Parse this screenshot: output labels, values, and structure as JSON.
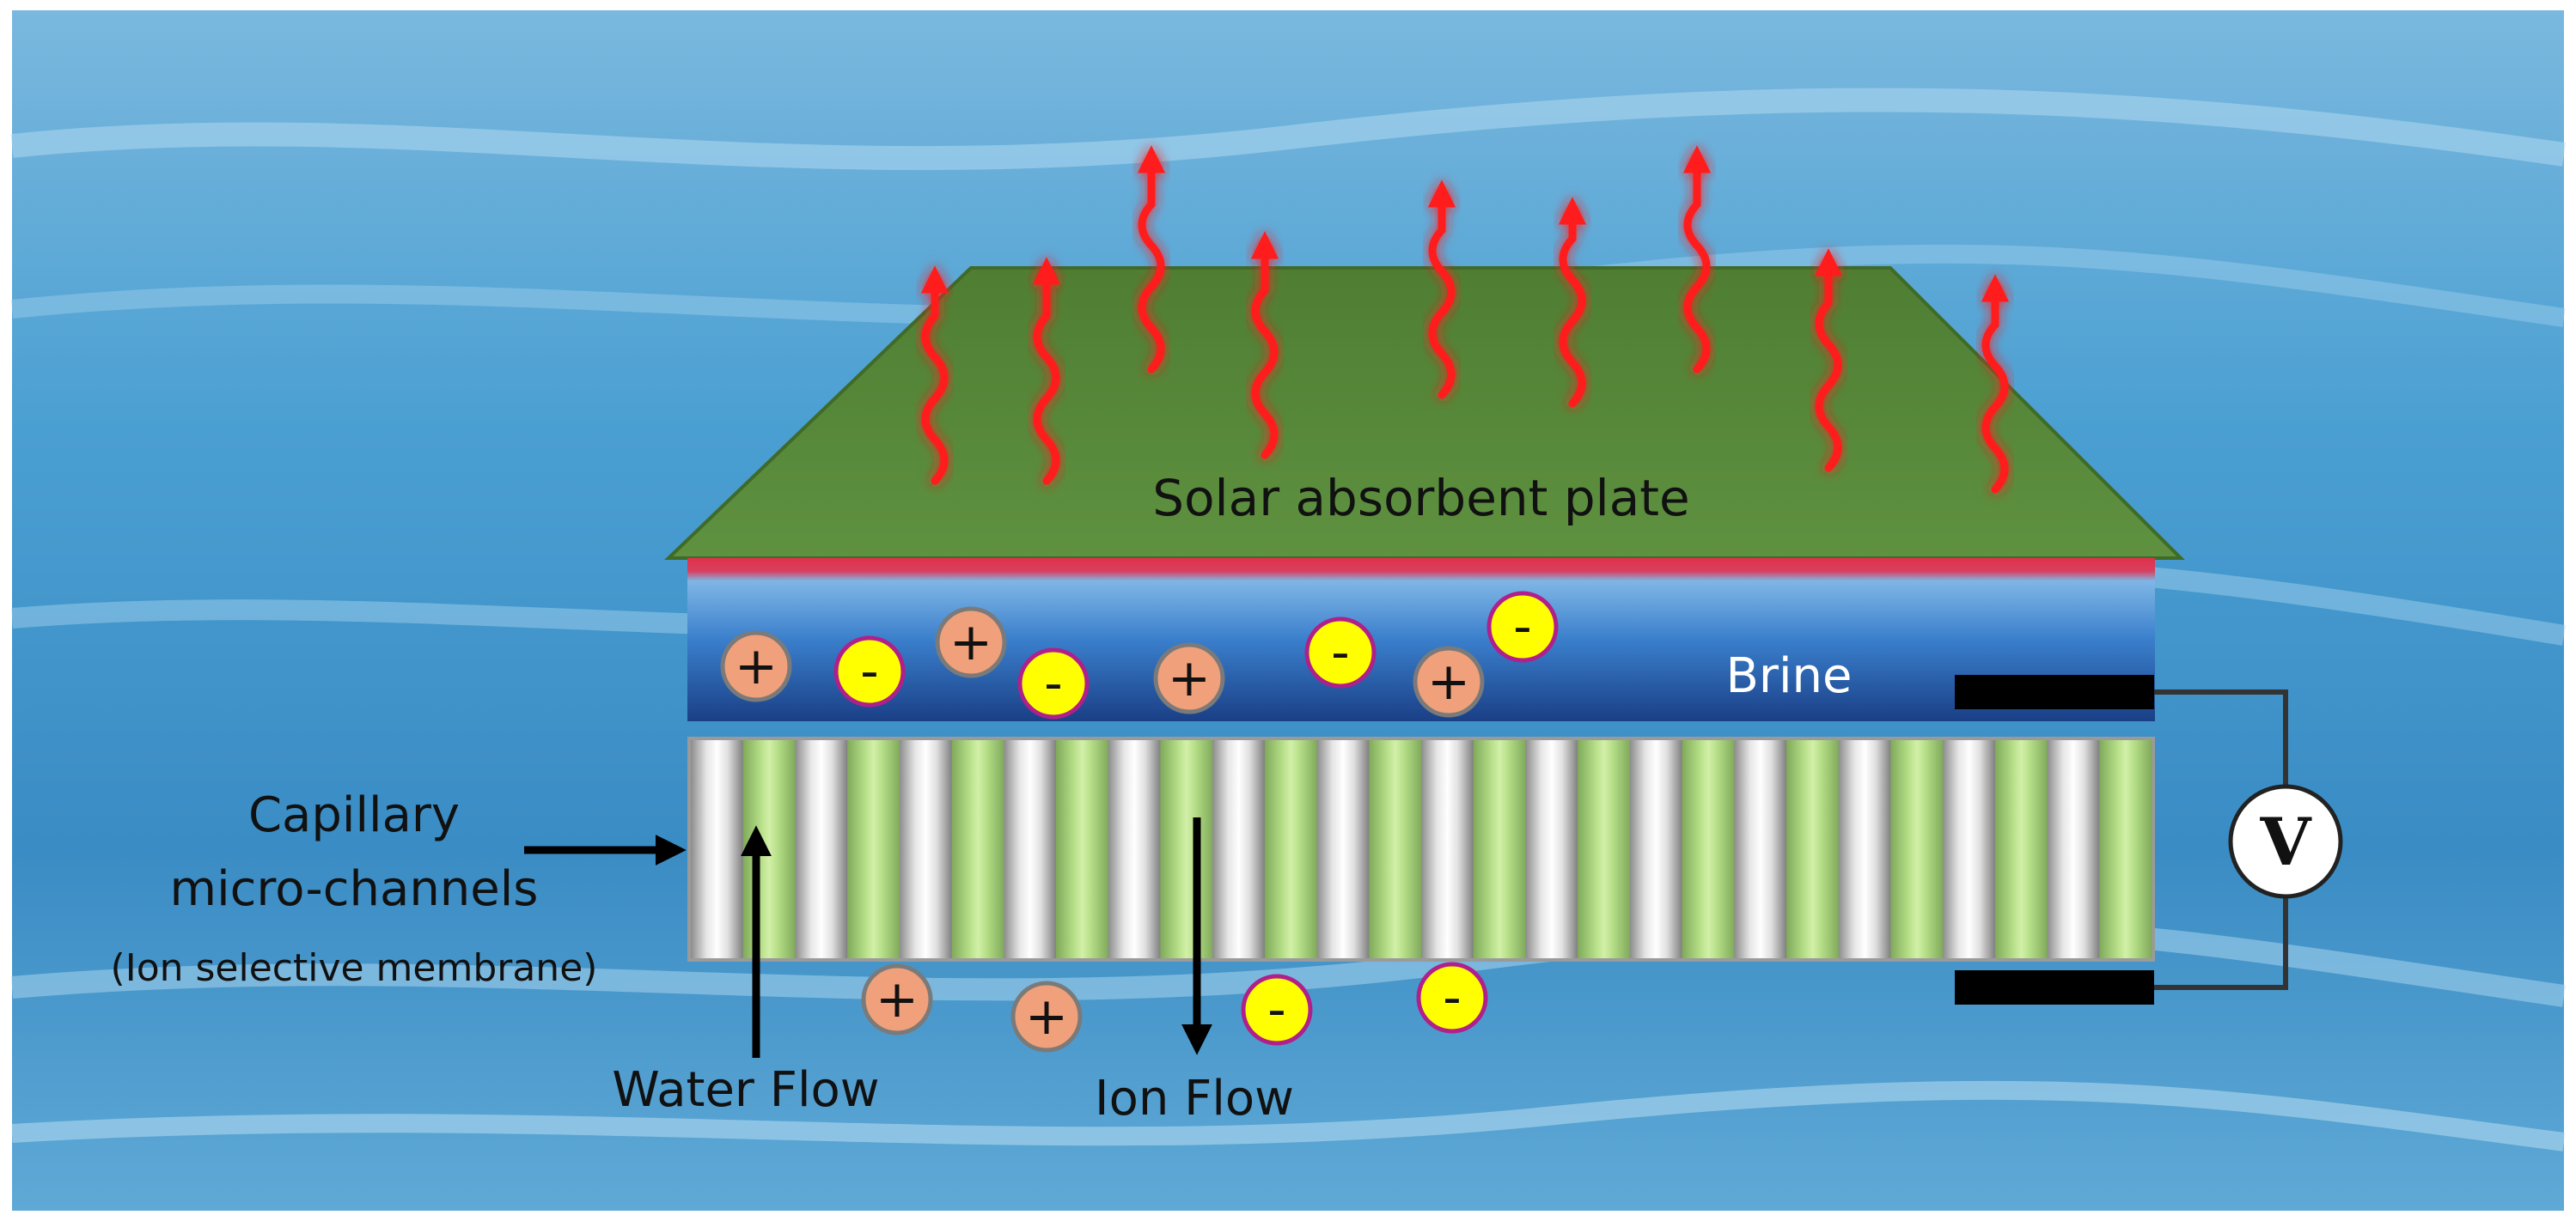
{
  "labels": {
    "plate": "Solar absorbent plate",
    "brine": "Brine",
    "capillary_line1": "Capillary",
    "capillary_line2": "micro-channels",
    "membrane": "(Ion selective membrane)",
    "water_flow": "Water Flow",
    "ion_flow": "Ion Flow",
    "voltmeter": "V"
  },
  "ion_symbols": {
    "cation": "+",
    "anion": "-"
  },
  "colors": {
    "water": "#3f95c8",
    "plate": "#5b8a3a",
    "heat_wave": "#ff1a1a",
    "brine": "#2e6fc0",
    "cation": "#f0a07a",
    "anion": "#ffff00",
    "anion_border": "#b0208a",
    "channel_green": "#a8d878",
    "electrode": "#000000",
    "label_text": "#111111",
    "brine_text": "#ffffff"
  }
}
